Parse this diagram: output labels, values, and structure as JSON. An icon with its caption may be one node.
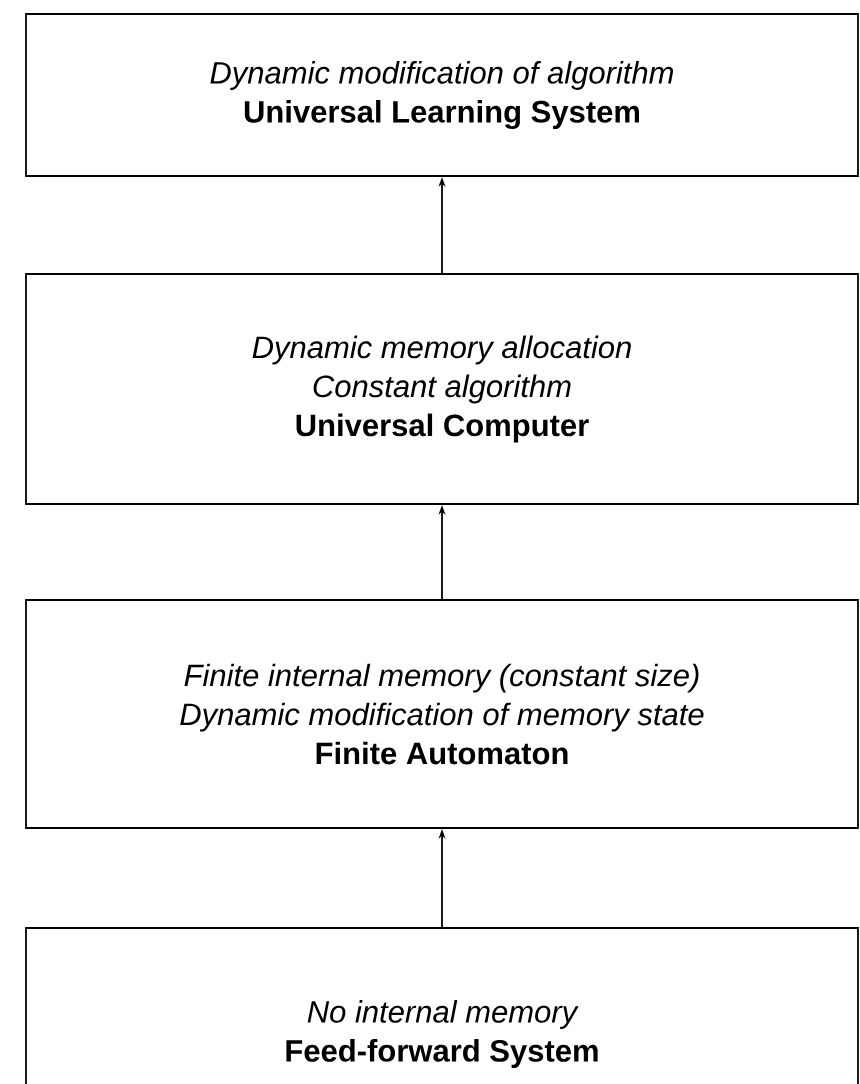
{
  "diagram": {
    "nodes": [
      {
        "text": [
          "Dynamic modification of algorithm",
          "Universal Learning System"
        ]
      },
      {
        "text": [
          "Dynamic memory allocation",
          "Constant algorithm",
          "Universal Computer"
        ]
      },
      {
        "text": [
          "Finite internal memory (constant size)",
          "Dynamic modification of memory state",
          "Finite Automaton"
        ]
      },
      {
        "text": [
          "No internal memory",
          "Feed-forward System"
        ]
      }
    ],
    "edges": [
      {
        "from": 1,
        "to": 0,
        "arrow": "to"
      },
      {
        "from": 2,
        "to": 1,
        "arrow": "to"
      },
      {
        "from": 3,
        "to": 2,
        "arrow": "to"
      }
    ]
  }
}
